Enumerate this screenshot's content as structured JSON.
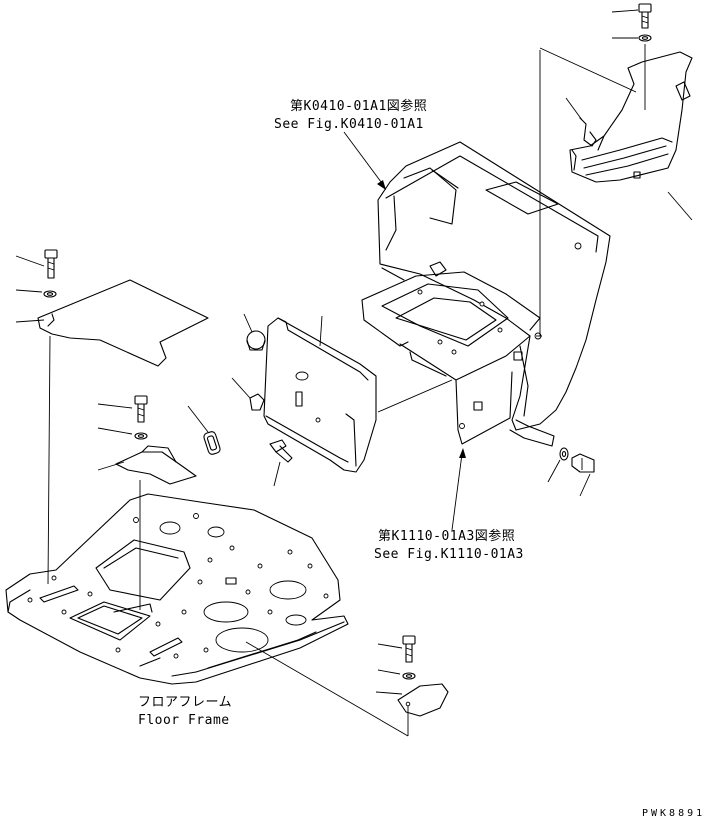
{
  "references": {
    "ref_top_jp": "第K0410-01A1図参照",
    "ref_top_en": "See Fig.K0410-01A1",
    "ref_mid_jp": "第K1110-01A3図参照",
    "ref_mid_en": "See Fig.K1110-01A3"
  },
  "floor_frame": {
    "label_jp": "フロアフレーム",
    "label_en": "Floor Frame"
  },
  "drawing_code": "PWK8891"
}
